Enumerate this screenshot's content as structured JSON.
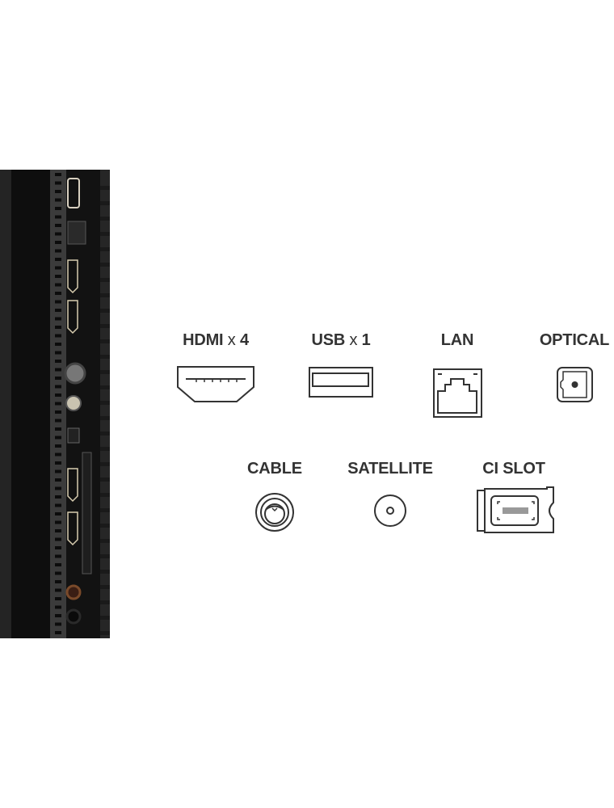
{
  "ports_row1": [
    {
      "name": "HDMI",
      "count_sep": "x",
      "count": "4",
      "icon": "hdmi-icon"
    },
    {
      "name": "USB",
      "count_sep": "x",
      "count": "1",
      "icon": "usb-icon"
    },
    {
      "name": "LAN",
      "icon": "lan-icon"
    },
    {
      "name": "OPTICAL",
      "icon": "optical-icon"
    }
  ],
  "ports_row2": [
    {
      "name": "CABLE",
      "icon": "cable-coax-icon"
    },
    {
      "name": "SATELLITE",
      "icon": "satellite-icon"
    },
    {
      "name": "CI SLOT",
      "icon": "ci-slot-icon"
    }
  ],
  "colors": {
    "text": "#333333",
    "panel": "#1a1a1a",
    "panel_edge": "#3a3a3a"
  }
}
